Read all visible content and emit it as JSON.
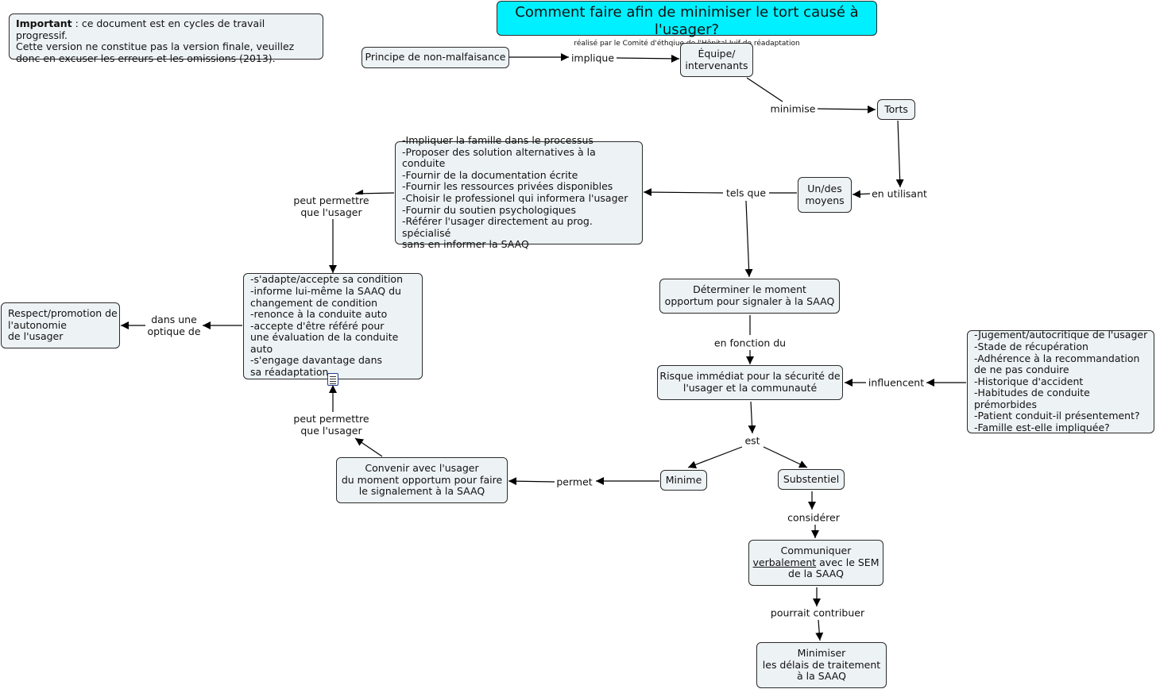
{
  "title": "Comment faire afin de minimiser le tort causé à l'usager?",
  "subtitle": "réalisé par le Comité d'éthqiue de l'Hôpital Juif de réadaptation",
  "note": {
    "bold": "Important",
    "text": " : ce document est en cycles de travail progressif.\nCette version ne constitue pas la version finale, veuillez\ndonc en excuser les erreurs et les omissions (2013)."
  },
  "nodes": {
    "principe": "Principe de non-malfaisance",
    "equipe": "Équipe/\nintervenants",
    "torts": "Torts",
    "moyens": "Un/des\nmoyens",
    "actions": "-Impliquer la famille dans le processus\n-Proposer des solution alternatives à la conduite\n-Fournir de la documentation écrite\n-Fournir les ressources privées disponibles\n-Choisir le professionel qui informera l'usager\n-Fournir du soutien psychologiques\n-Référer l'usager directement au prog. spécialisé\nsans en informer la SAAQ",
    "determiner": "Déterminer le moment\nopportum pour signaler à la SAAQ",
    "usager_actions": "-s'adapte/accepte sa condition\n-informe lui-même la SAAQ du\nchangement de condition\n-renonce à la conduite auto\n-accepte d'être référé pour\nune évaluation de la conduite auto\n-s'engage davantage dans\nsa réadaptation",
    "respect": "Respect/promotion de\nl'autonomie\nde l'usager",
    "risque": "Risque immédiat pour la sécurité de\nl'usager et la communauté",
    "facteurs": "-Jugement/autocritique de l'usager\n-Stade de récupération\n-Adhérence à la recommandation\nde ne pas conduire\n-Historique d'accident\n-Habitudes de conduite prémorbides\n-Patient conduit-il présentement?\n-Famille est-elle impliquée?",
    "minime": "Minime",
    "substentiel": "Substentiel",
    "convenir": "Convenir avec l'usager\ndu moment opportum pour faire\nle signalement à la SAAQ",
    "communiquer_pre": "Communiquer",
    "communiquer_u": "verbalement",
    "communiquer_post": " avec le SEM\nde la SAAQ",
    "minimiser": "Minimiser\nles délais de traitement\nà la SAAQ"
  },
  "links": {
    "implique": "implique",
    "minimise": "minimise",
    "en_utilisant": "en utilisant",
    "tels_que": "tels que",
    "peut_permettre_1": "peut permettre\nque l'usager",
    "dans_une_optique": "dans une\noptique de",
    "en_fonction_du": "en fonction du",
    "influencent": "influencent",
    "est": "est",
    "permet": "permet",
    "peut_permettre_2": "peut permettre\nque l'usager",
    "considerer": "considérer",
    "pourrait_contribuer": "pourrait contribuer"
  }
}
